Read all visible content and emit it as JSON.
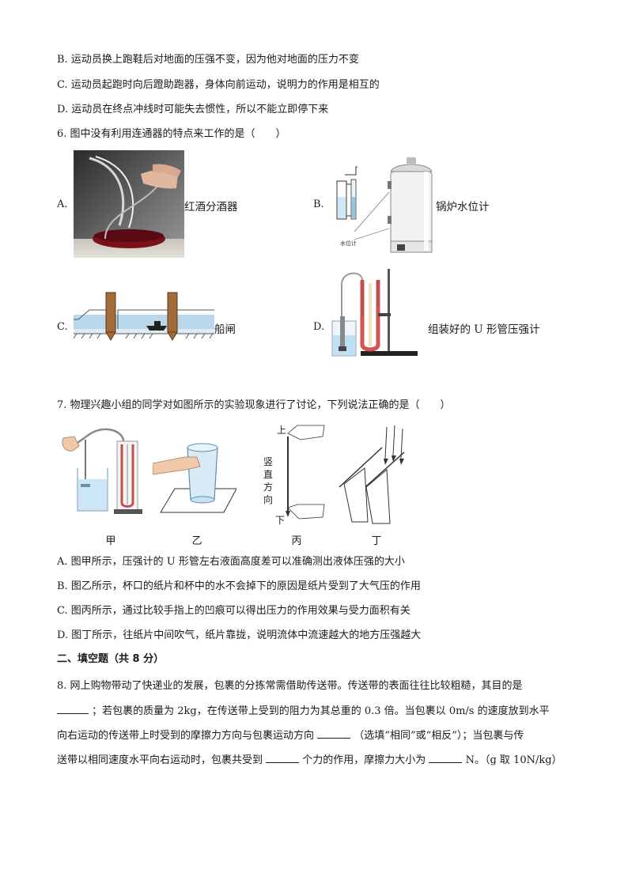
{
  "q5": {
    "optB": "B. 运动员换上跑鞋后对地面的压强不变，因为他对地面的压力不变",
    "optC": "C. 运动员起跑时向后蹬助跑器，身体向前运动，说明力的作用是相互的",
    "optD": "D. 运动员在终点冲线时可能失去惯性，所以不能立即停下来"
  },
  "q6": {
    "stem": "6. 图中没有利用连通器的特点来工作的是（　　）",
    "A": {
      "letter": "A.",
      "caption": "红酒分酒器"
    },
    "B": {
      "letter": "B.",
      "caption": "锅炉水位计",
      "figure_text": "水位计"
    },
    "C": {
      "letter": "C.",
      "caption": "船闸"
    },
    "D": {
      "letter": "D.",
      "caption": "组装好的 U 形管压强计"
    }
  },
  "q7": {
    "stem": "7. 物理兴趣小组的同学对如图所示的实验现象进行了讨论，下列说法正确的是（　　）",
    "fig_labels": [
      "甲",
      "乙",
      "丙",
      "丁"
    ],
    "bing_text": {
      "top": "上",
      "middle": [
        "竖",
        "直",
        "方",
        "向"
      ],
      "bottom": "下"
    },
    "optA": "A. 图甲所示，压强计的 U 形管左右液面高度差可以准确测出液体压强的大小",
    "optB": "B. 图乙所示，杯口的纸片和杯中的水不会掉下的原因是纸片受到了大气压的作用",
    "optC": "C. 图丙所示，通过比较手指上的凹痕可以得出压力的作用效果与受力面积有关",
    "optD": "D. 图丁所示，往纸片中间吹气，纸片靠拢，说明流体中流速越大的地方压强越大"
  },
  "section2": {
    "title": "二、填空题（共 8 分）"
  },
  "q8": {
    "line1": "8. 网上购物带动了快递业的发展，包裹的分拣常需借助传送带。传送带的表面往往比较粗糙，其目的是",
    "line2_after_blank": "；若包裹的质量为 2kg，在传送带上受到的阻力为其总重的 0.3 倍。当包裹以 0m/s 的速度放到水平",
    "line3_before_blank": "向右运动的传送带上时受到的摩擦力方向与包裹运动方向",
    "line3_after_blank": "（选填“相同”或“相反”）；当包裹与传",
    "line4_part1": "送带以相同速度水平向右运动时，包裹共受到",
    "line4_part2": "个力的作用，摩擦力大小为",
    "line4_part3": "N。（g 取 10N/kg）"
  }
}
